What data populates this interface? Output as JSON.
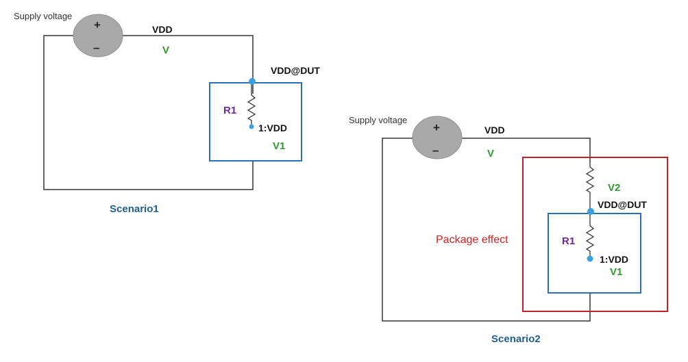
{
  "colors": {
    "wire": "#333333",
    "dut_box": "#2a6fb0",
    "package_box": "#c0202a",
    "node_dot": "#3aa0e0",
    "source_fill": "#a9a9a9",
    "voltage_label": "#2e9a2e",
    "resistor_label": "#6a2a8e",
    "scenario_label": "#1f5f8b",
    "package_label": "#d02020"
  },
  "scenario1": {
    "supply_label": "Supply voltage",
    "plus": "+",
    "minus": "–",
    "vdd_label": "VDD",
    "v_label": "V",
    "vdd_dut_label": "VDD@DUT",
    "r1_label": "R1",
    "node_label": "1:VDD",
    "v1_label": "V1",
    "title": "Scenario1"
  },
  "scenario2": {
    "supply_label": "Supply voltage",
    "plus": "+",
    "minus": "–",
    "vdd_label": "VDD",
    "v_label": "V",
    "v2_label": "V2",
    "vdd_dut_label": "VDD@DUT",
    "package_label": "Package effect",
    "r1_label": "R1",
    "node_label": "1:VDD",
    "v1_label": "V1",
    "title": "Scenario2"
  }
}
